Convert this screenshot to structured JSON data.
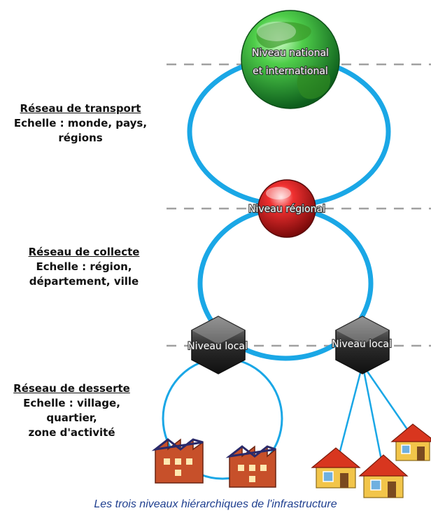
{
  "levels": {
    "transport": {
      "title": "Réseau de transport",
      "lines": [
        "Echelle : monde, pays,",
        "régions"
      ]
    },
    "collecte": {
      "title": "Réseau de collecte",
      "lines": [
        "Echelle : région,",
        "département, ville"
      ]
    },
    "desserte": {
      "title": "Réseau de desserte",
      "lines": [
        "Echelle : village,",
        "quartier,",
        "zone d'activité"
      ]
    }
  },
  "nodes": {
    "national": {
      "line1": "Niveau national",
      "line2": "et international"
    },
    "regional": "Niveau régional",
    "local_left": "Niveau local",
    "local_right": "Niveau local"
  },
  "caption": "Les trois niveaux hiérarchiques de l'infrastructure",
  "colors": {
    "ring": "#1aa7e6",
    "globe": "#2fa83a",
    "regional": "#d81e1e",
    "local": "#3a3a3a",
    "factory": "#c7502a",
    "house_roof": "#d8361f",
    "house_wall": "#f2c54a",
    "caption": "#1f3f8f"
  }
}
